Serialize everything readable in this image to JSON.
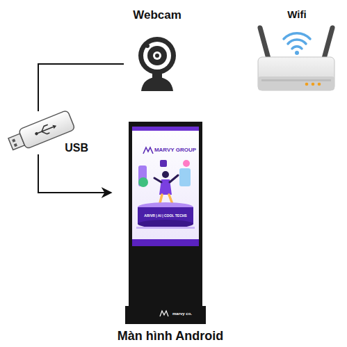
{
  "diagram": {
    "nodes": [
      {
        "text": [
          "Webcam"
        ]
      },
      {
        "text": [
          "Wifi"
        ]
      },
      {
        "text": [
          "USB"
        ]
      },
      {
        "text": [
          "Màn hình Android"
        ]
      }
    ],
    "edges": [
      {
        "from": 0,
        "to": 2,
        "arrow": "none"
      },
      {
        "from": 2,
        "to": 3,
        "arrow": "to"
      }
    ],
    "labels": [
      "MARVY GROUP",
      "AR/VR | AI | COOL TECHS",
      "marvy co."
    ]
  }
}
